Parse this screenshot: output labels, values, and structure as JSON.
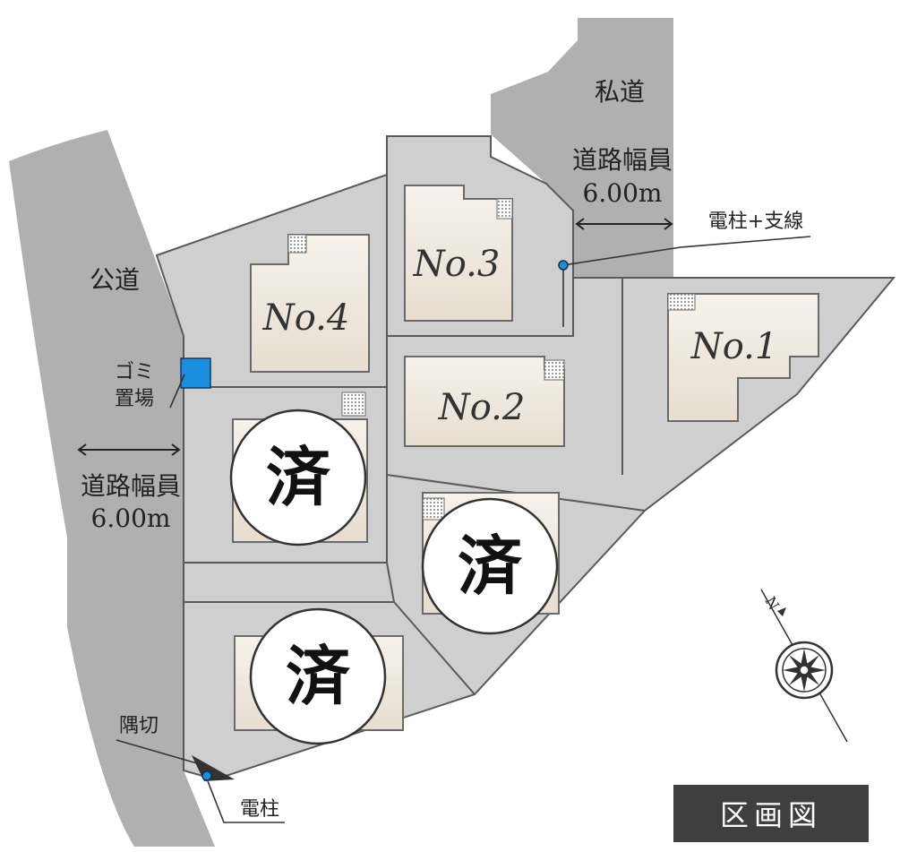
{
  "roads": {
    "private_road": "私道",
    "public_road": "公道",
    "width_label": "道路幅員",
    "width_value": "6.00m",
    "width_label_2": "道路幅員",
    "width_value_2": "6.00m"
  },
  "lots": [
    {
      "label": "No.1",
      "sold": false
    },
    {
      "label": "No.2",
      "sold": false
    },
    {
      "label": "No.3",
      "sold": false
    },
    {
      "label": "No.4",
      "sold": false
    },
    {
      "label": "済",
      "sold": true
    },
    {
      "label": "済",
      "sold": true
    },
    {
      "label": "済",
      "sold": true
    }
  ],
  "annotations": {
    "pole_guy": "電柱+支線",
    "garbage_1": "ゴミ",
    "garbage_2": "置場",
    "corner_cut": "隅切",
    "pole": "電柱"
  },
  "legend": "区画図",
  "compass": "N",
  "colors": {
    "road": "#b0b0b0",
    "site": "#cfcfcf",
    "house": "#efe8df",
    "garbage": "#1a8fe0",
    "legend_bg": "#3f3f3f"
  }
}
